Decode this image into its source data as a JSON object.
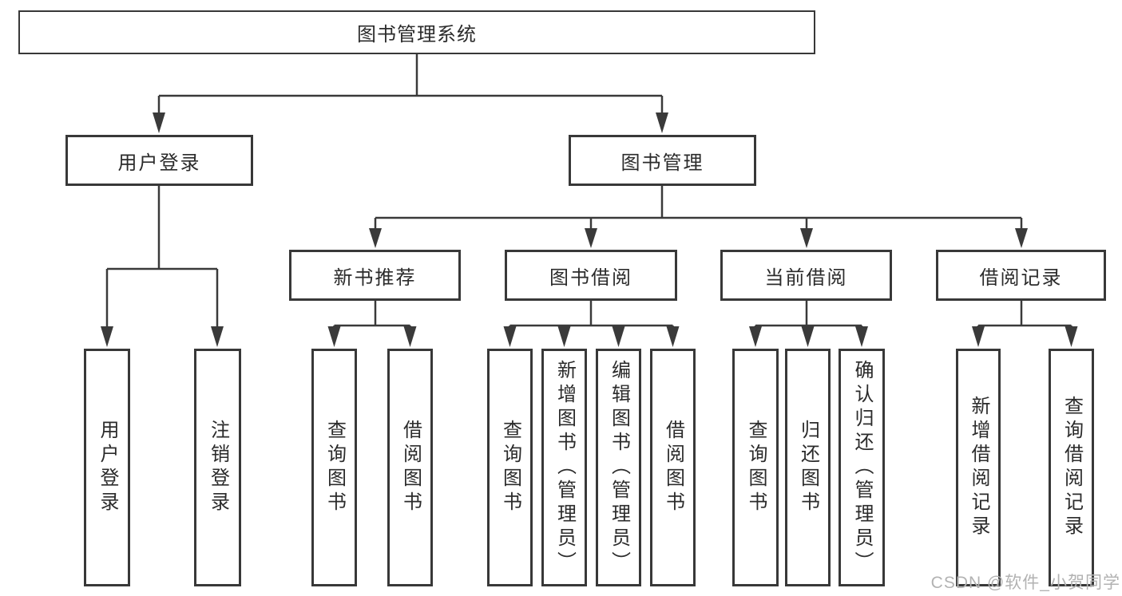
{
  "diagram_type": "tree",
  "colors": {
    "background": "#ffffff",
    "line": "#3a3a3a",
    "node_border": "#383838",
    "text": "#2b2b2b",
    "watermark": "#b2b2b2"
  },
  "tree": {
    "label": "图书管理系统",
    "children": [
      {
        "label": "用户登录",
        "children": [
          {
            "label": "用户登录"
          },
          {
            "label": "注销登录"
          }
        ]
      },
      {
        "label": "图书管理",
        "children": [
          {
            "label": "新书推荐",
            "children": [
              {
                "label": "查询图书"
              },
              {
                "label": "借阅图书"
              }
            ]
          },
          {
            "label": "图书借阅",
            "children": [
              {
                "label": "查询图书"
              },
              {
                "label": "新增图书（管理员）"
              },
              {
                "label": "编辑图书（管理员）"
              },
              {
                "label": "借阅图书"
              }
            ]
          },
          {
            "label": "当前借阅",
            "children": [
              {
                "label": "查询图书"
              },
              {
                "label": "归还图书"
              },
              {
                "label": "确认归还（管理员）"
              }
            ]
          },
          {
            "label": "借阅记录",
            "children": [
              {
                "label": "新增借阅记录"
              },
              {
                "label": "查询借阅记录"
              }
            ]
          }
        ]
      }
    ]
  },
  "watermark": "CSDN @软件_小贺同学"
}
